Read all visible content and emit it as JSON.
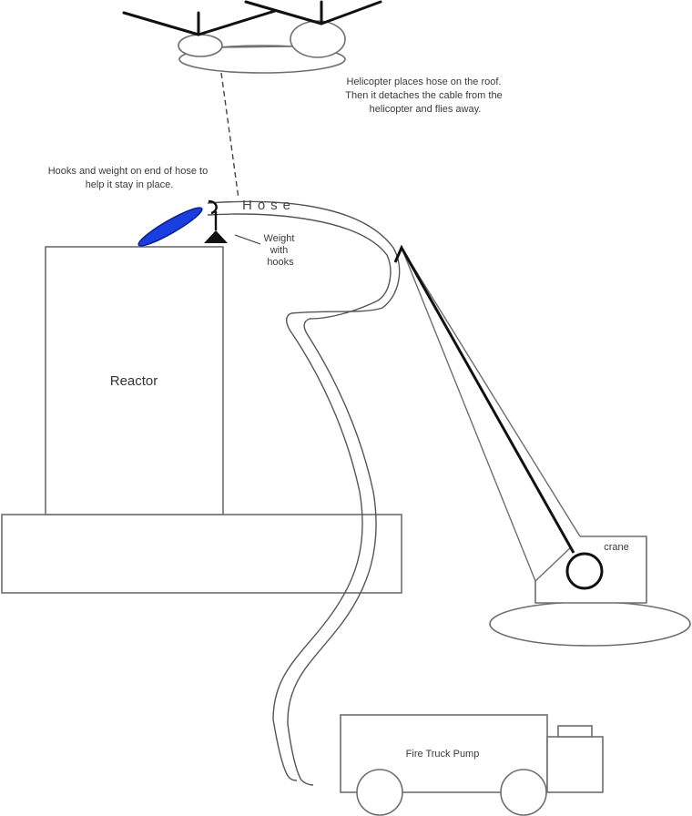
{
  "diagram": {
    "title": "Helicopter hose placement on reactor roof",
    "annotations": {
      "helicopter_note": [
        "Helicopter places hose on the roof.",
        "Then it detaches the cable from the",
        "helicopter and flies away."
      ],
      "hooks_note": [
        "Hooks and weight on end of hose to",
        "help it stay in place."
      ],
      "weight_note": [
        "Weight",
        "with",
        "hooks"
      ]
    },
    "labels": {
      "hose": "Hose",
      "reactor": "Reactor",
      "crane": "crane",
      "fire_truck": "Fire Truck Pump"
    },
    "colors": {
      "hose_nozzle": "#1a3fe0",
      "outline": "#6e6e6e",
      "heavy_line": "#111111"
    }
  }
}
